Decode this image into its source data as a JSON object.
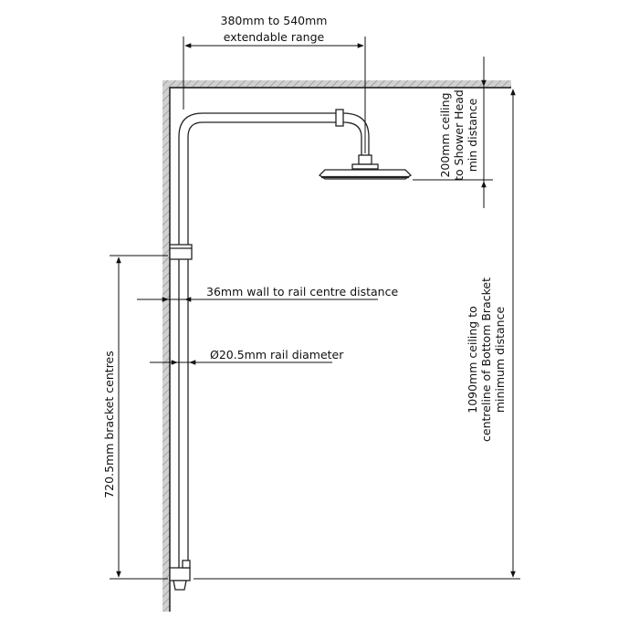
{
  "extendable": {
    "line1": "380mm to 540mm",
    "line2": "extendable range"
  },
  "wall_distance": "36mm wall to rail centre distance",
  "rail_diameter": "Ø20.5mm rail diameter",
  "bracket_centres": "720.5mm bracket centres",
  "ceiling_to_head": {
    "line1": "200mm ceiling",
    "line2": "to Shower Head",
    "line3": "min distance"
  },
  "ceiling_to_bracket": {
    "line1": "1090mm ceiling to",
    "line2": "centreline of Bottom Bracket",
    "line3": "minimum distance"
  },
  "colors": {
    "line": "#111111",
    "wall_fill": "#bdbdbd",
    "fixture": "#222222"
  }
}
